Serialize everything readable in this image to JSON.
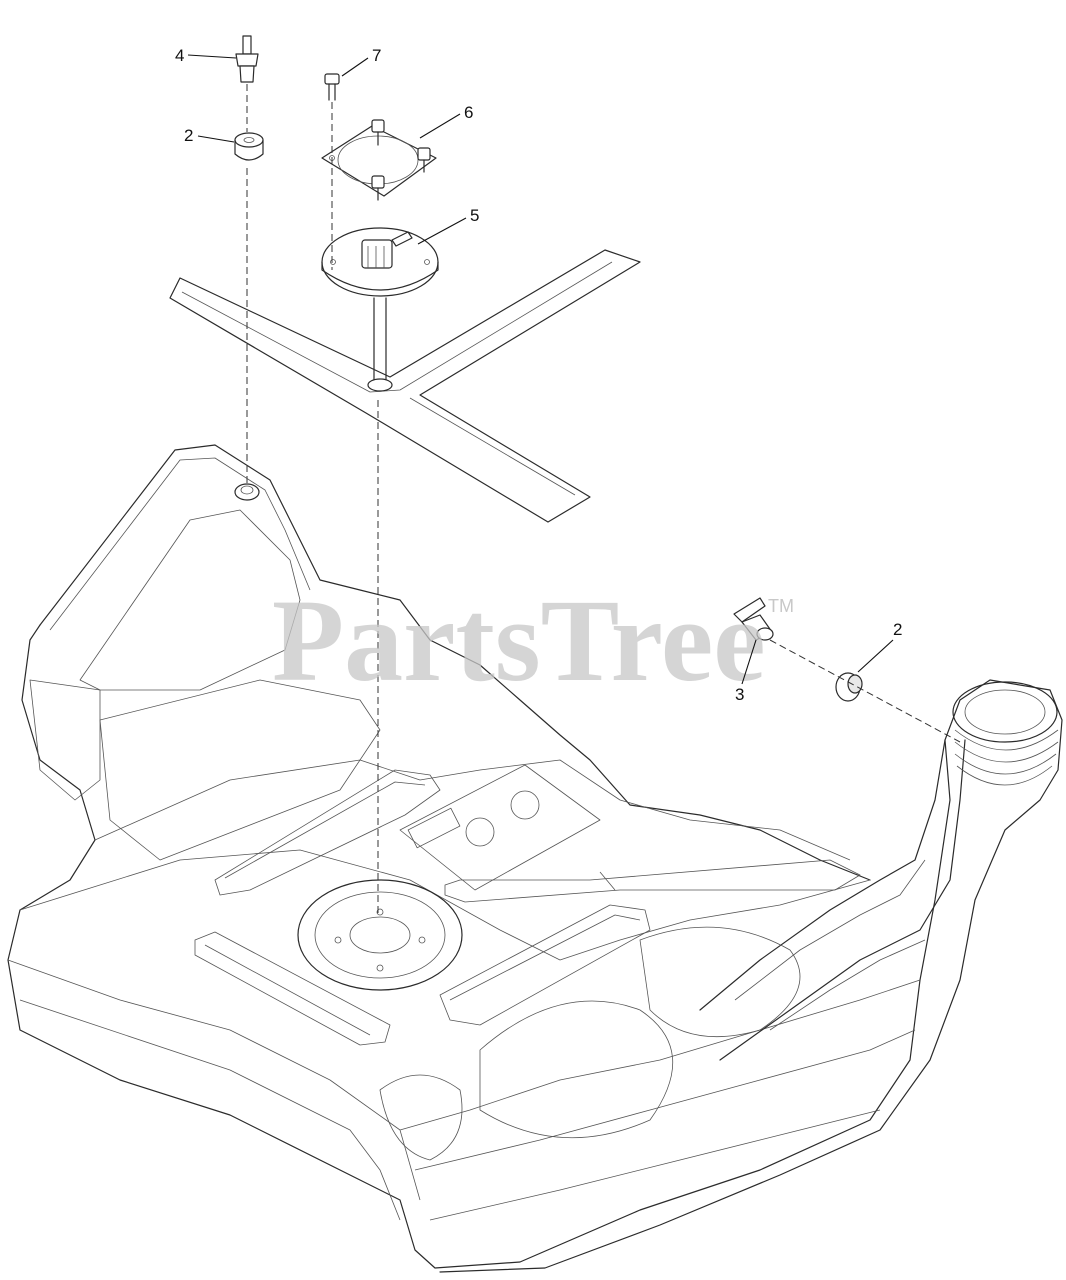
{
  "watermark": {
    "text": "PartsTree",
    "trademark": "TM"
  },
  "callouts": [
    {
      "id": "c4",
      "label": "4",
      "part": "fitting"
    },
    {
      "id": "c7",
      "label": "7",
      "part": "screw"
    },
    {
      "id": "c2a",
      "label": "2",
      "part": "grommet"
    },
    {
      "id": "c6",
      "label": "6",
      "part": "retainer-ring"
    },
    {
      "id": "c5",
      "label": "5",
      "part": "fuel-sender"
    },
    {
      "id": "c2b",
      "label": "2",
      "part": "grommet"
    },
    {
      "id": "c3",
      "label": "3",
      "part": "elbow-fitting"
    }
  ],
  "colors": {
    "line": "#2b2b2b",
    "watermark": "#c8c8c8",
    "background": "#ffffff"
  }
}
